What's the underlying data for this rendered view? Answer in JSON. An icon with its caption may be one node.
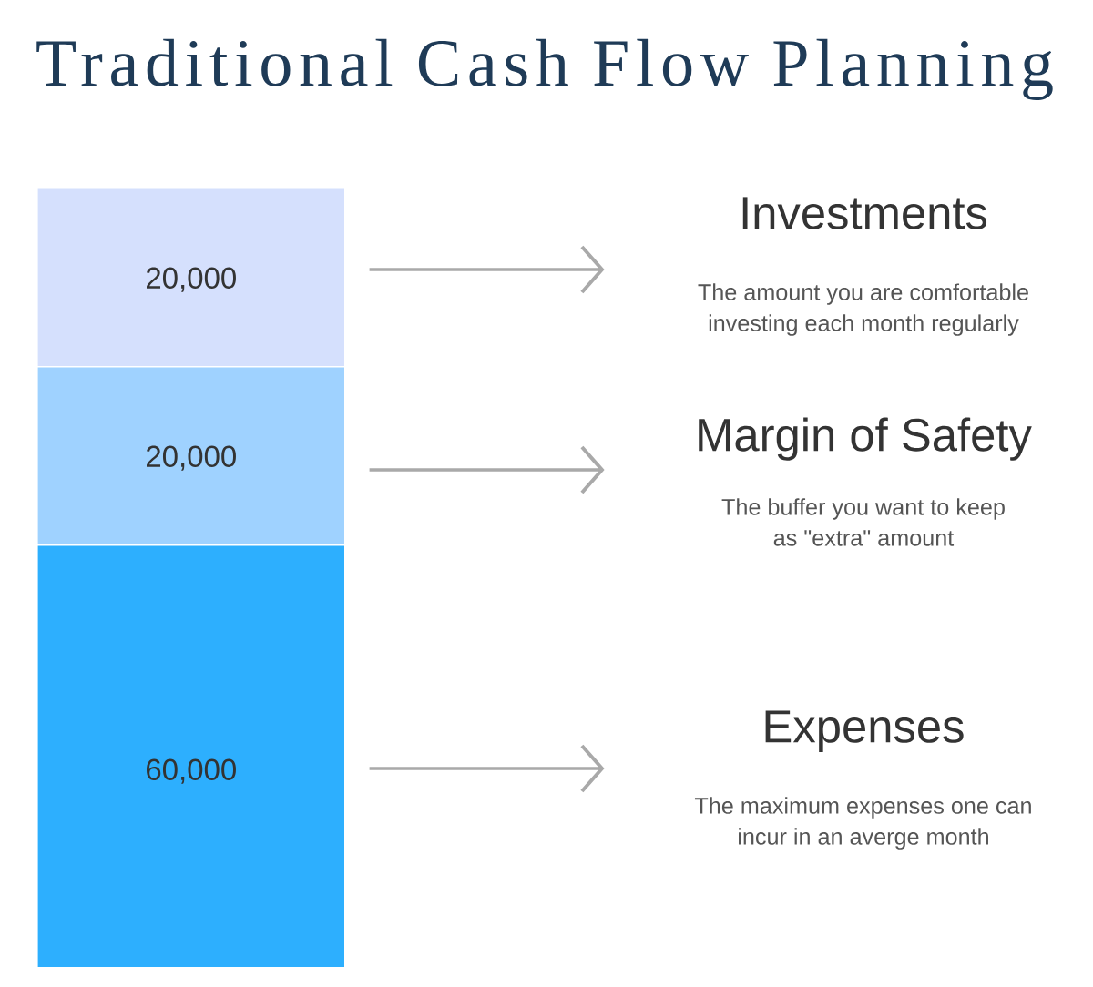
{
  "diagram": {
    "title": "Traditional Cash Flow Planning",
    "nodes": [
      {
        "text": [
          "20,000"
        ]
      },
      {
        "text": [
          "Investments",
          "The amount you are comfortable investing each month regularly"
        ]
      },
      {
        "text": [
          "20,000"
        ]
      },
      {
        "text": [
          "Margin of Safety",
          "The buffer you want to keep as \"extra\" amount"
        ]
      },
      {
        "text": [
          "60,000"
        ]
      },
      {
        "text": [
          "Expenses",
          "The maximum expenses one can incur in an averge month"
        ]
      }
    ],
    "edges": [
      {
        "from": 0,
        "to": 1,
        "arrow": "to"
      },
      {
        "from": 2,
        "to": 3,
        "arrow": "to"
      },
      {
        "from": 4,
        "to": 5,
        "arrow": "to"
      }
    ]
  }
}
